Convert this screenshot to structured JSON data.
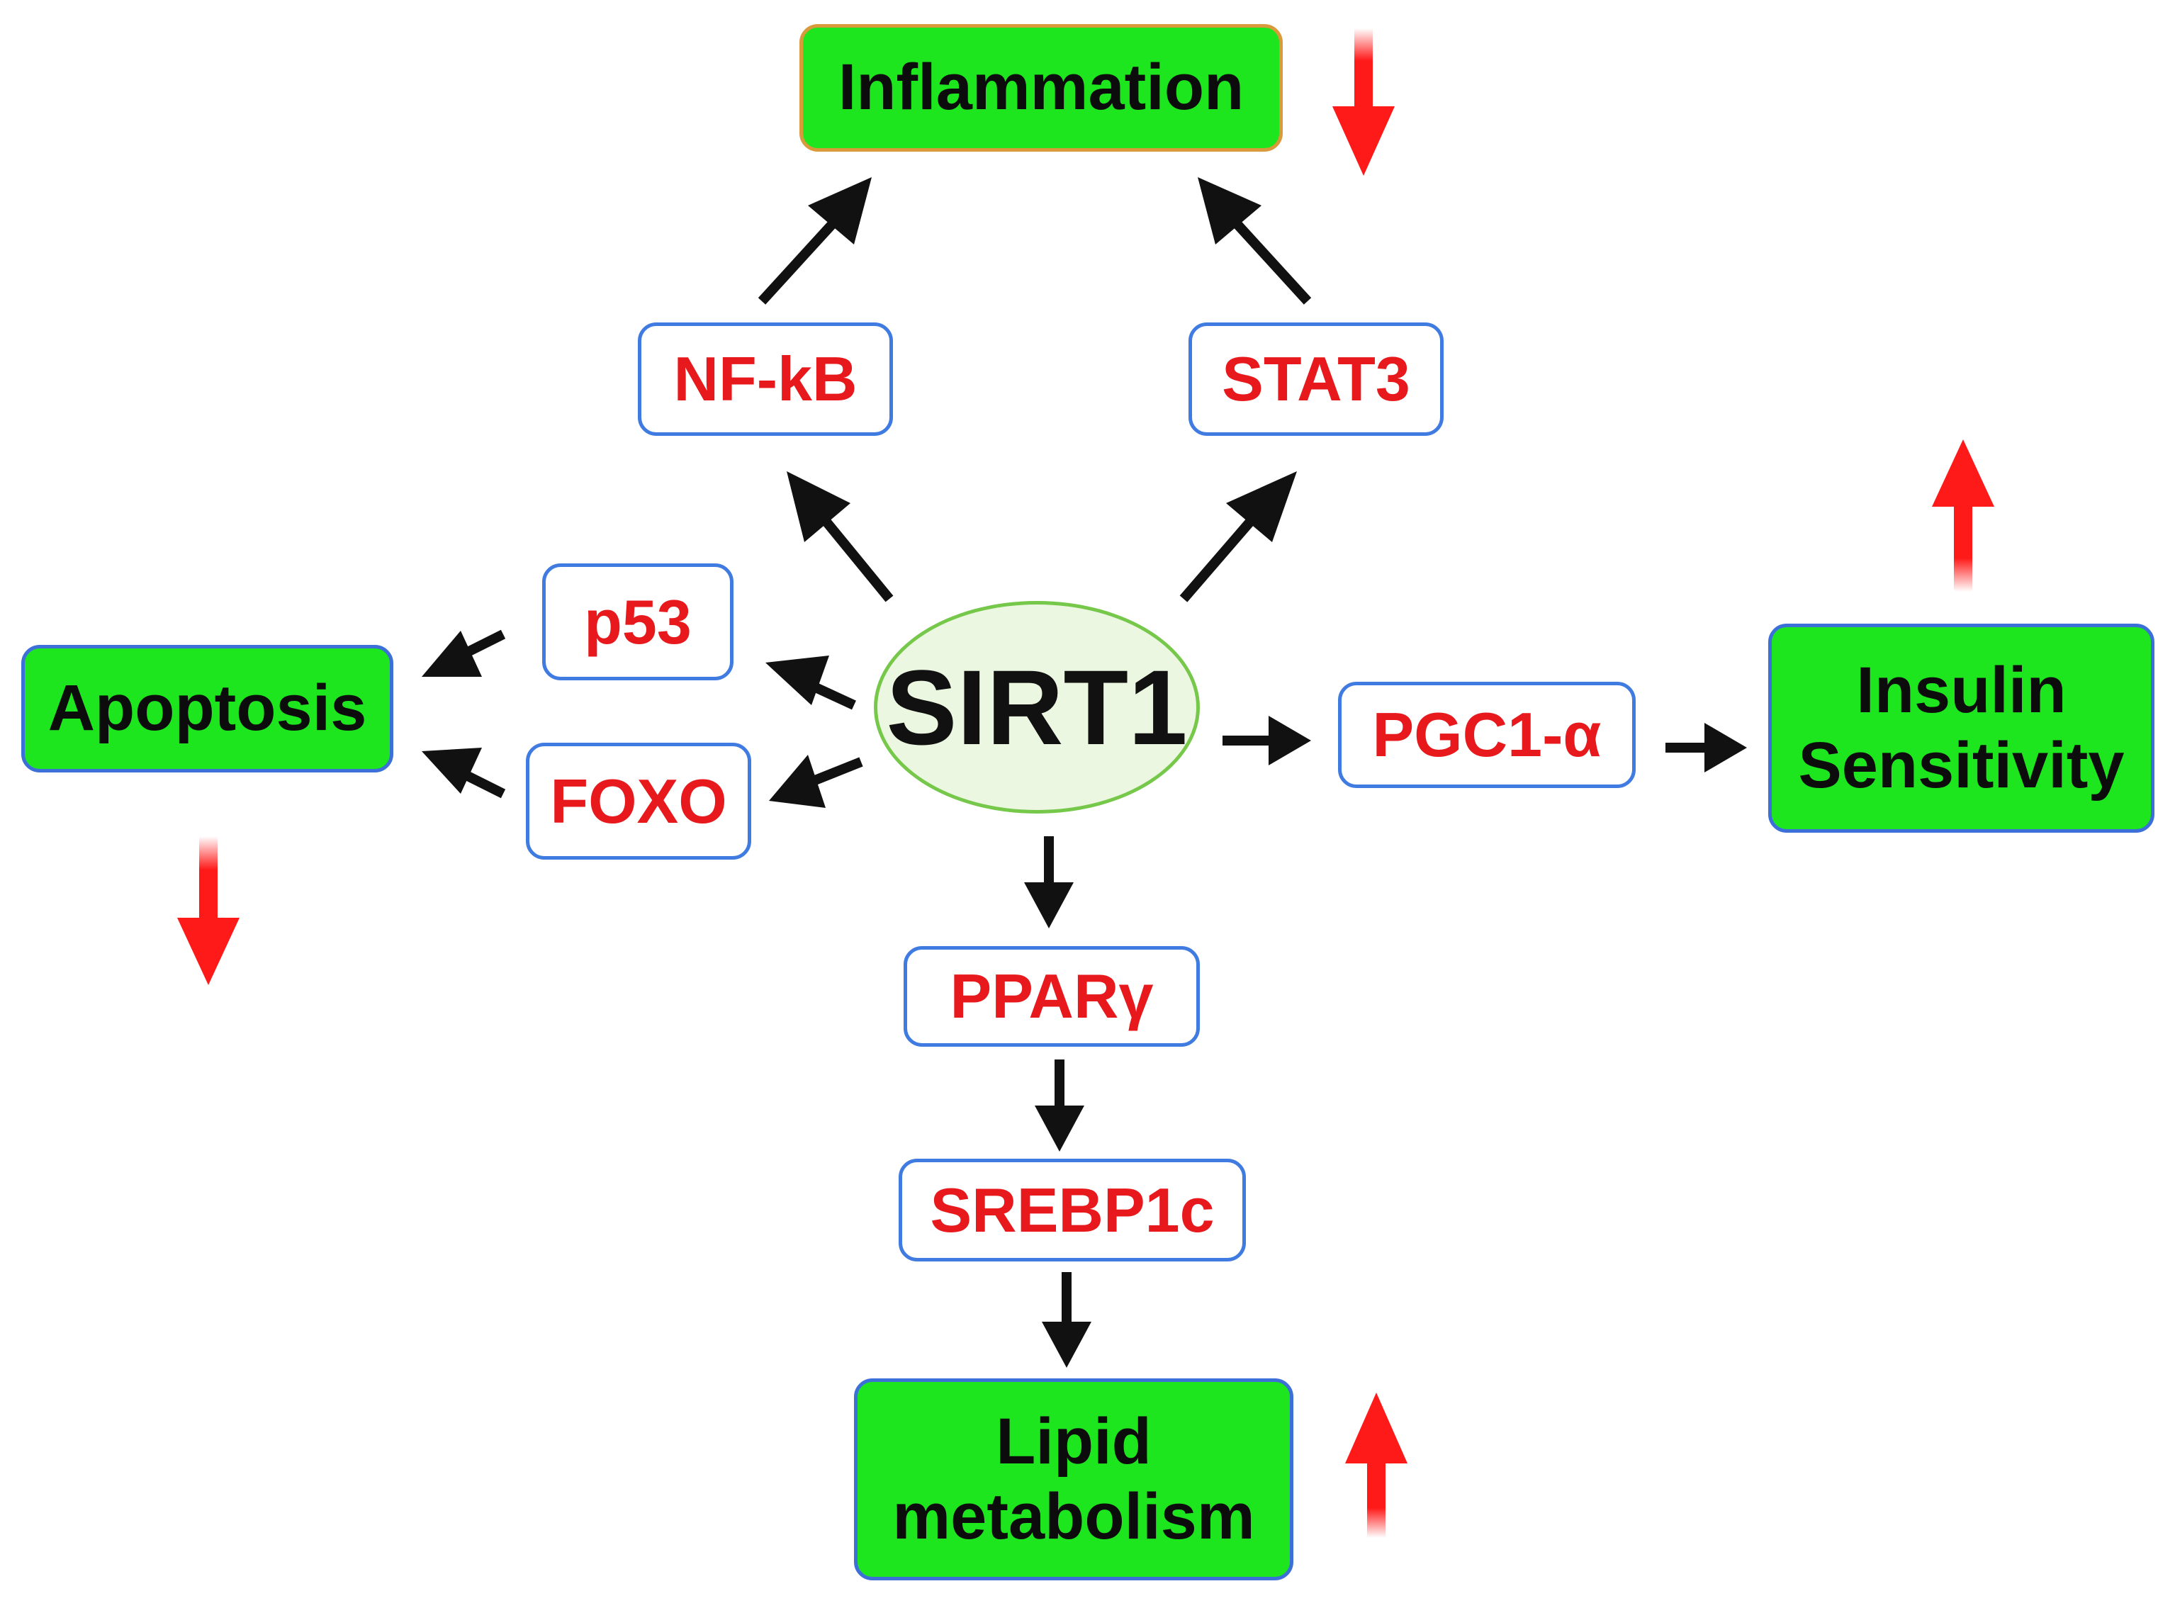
{
  "center": {
    "label": "SIRT1"
  },
  "outcomes": {
    "inflammation": {
      "label": "Inflammation",
      "trend": "down"
    },
    "apoptosis": {
      "label": "Apoptosis",
      "trend": "down"
    },
    "insulin": {
      "line1": "Insulin",
      "line2": "Sensitivity",
      "trend": "up"
    },
    "lipid": {
      "line1": "Lipid",
      "line2": "metabolism",
      "trend": "up"
    }
  },
  "mediators": {
    "nfkb": "NF-kB",
    "stat3": "STAT3",
    "p53": "p53",
    "foxo": "FOXO",
    "pgc1a": "PGC1-α",
    "pparg": "PPARγ",
    "srebp1c": "SREBP1c"
  },
  "colors": {
    "outcome_fill": "#1ee61e",
    "mediator_text": "#e8191d",
    "box_border": "#3f7be0",
    "trend_arrow": "#ff1a1a",
    "flow_arrow": "#111111",
    "center_border": "#76c84a"
  }
}
